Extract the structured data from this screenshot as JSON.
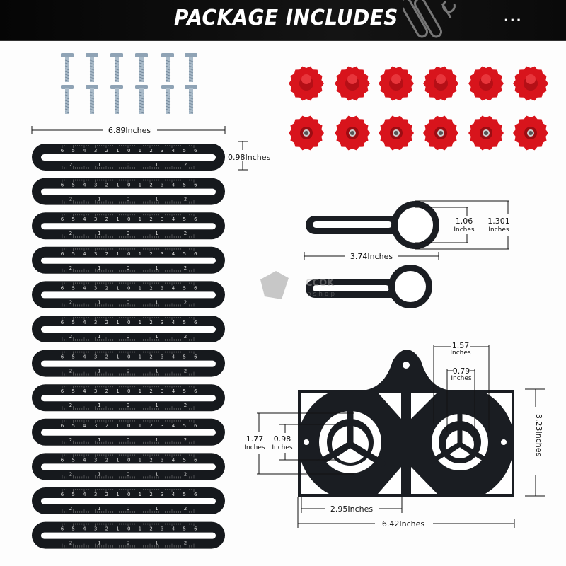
{
  "header": {
    "title": "PACKAGE INCLUDES",
    "more": "..."
  },
  "watermark": {
    "brand": "CCOK",
    "sub": "oshop"
  },
  "bolts": {
    "count": 12
  },
  "knobs": {
    "count": 12,
    "color": "#d8141c"
  },
  "rulers": {
    "count": 12,
    "top_scale": [
      "6",
      "5",
      "4",
      "3",
      "2",
      "1",
      "0",
      "1",
      "2",
      "3",
      "4",
      "5",
      "6"
    ],
    "bottom_scale": [
      "2",
      "1",
      "0",
      "1",
      "2"
    ],
    "length_label": "6.89Inches",
    "width_label": "0.98Inches"
  },
  "key_tool": {
    "inner_value": "1.06",
    "inner_unit": "Inches",
    "outer_value": "1.301",
    "outer_unit": "Inches",
    "length_label": "3.74Inches"
  },
  "template": {
    "outer_circle_value": "1.57",
    "outer_circle_unit": "Inches",
    "inner_circle_value": "0.79",
    "inner_circle_unit": "Inches",
    "height_label": "3.23Inches",
    "left_outer_value": "1.77",
    "left_outer_unit": "Inches",
    "left_inner_value": "0.98",
    "left_inner_unit": "Inches",
    "half_width_label": "2.95Inches",
    "width_label": "6.42Inches"
  }
}
